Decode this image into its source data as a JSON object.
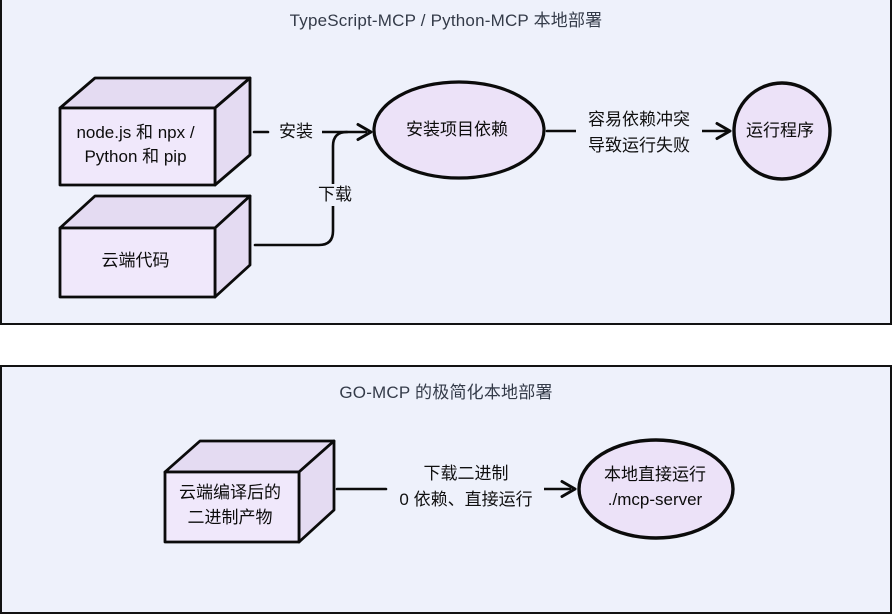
{
  "colors": {
    "page_bg": "#ffffff",
    "panel_bg": "#EEF1FB",
    "panel_border": "#121212",
    "shape_fill_front": "#F0E8FB",
    "shape_fill_shade": "#E4DBF2",
    "round_shape_fill": "#ECE2F8",
    "stroke": "#0b0b0b",
    "title_color": "#343b49"
  },
  "panel1": {
    "title": "TypeScript-MCP / Python-MCP 本地部署",
    "nodes": {
      "runtime_box": {
        "line1": "node.js 和 npx /",
        "line2": "Python 和 pip"
      },
      "cloud_code_box": {
        "label": "云端代码"
      },
      "install_ellipse": {
        "label": "安装项目依赖"
      },
      "run_circle": {
        "label": "运行程序"
      }
    },
    "edges": {
      "install_label": "安装",
      "download_label": "下载",
      "conflict_line1": "容易依赖冲突",
      "conflict_line2": "导致运行失败"
    }
  },
  "panel2": {
    "title": "GO-MCP 的极简化本地部署",
    "nodes": {
      "binary_box": {
        "line1": "云端编译后的",
        "line2": "二进制产物"
      },
      "local_run_ellipse": {
        "line1": "本地直接运行",
        "line2": "./mcp-server"
      }
    },
    "edges": {
      "download_line1": "下载二进制",
      "download_line2": "0 依赖、直接运行"
    }
  }
}
